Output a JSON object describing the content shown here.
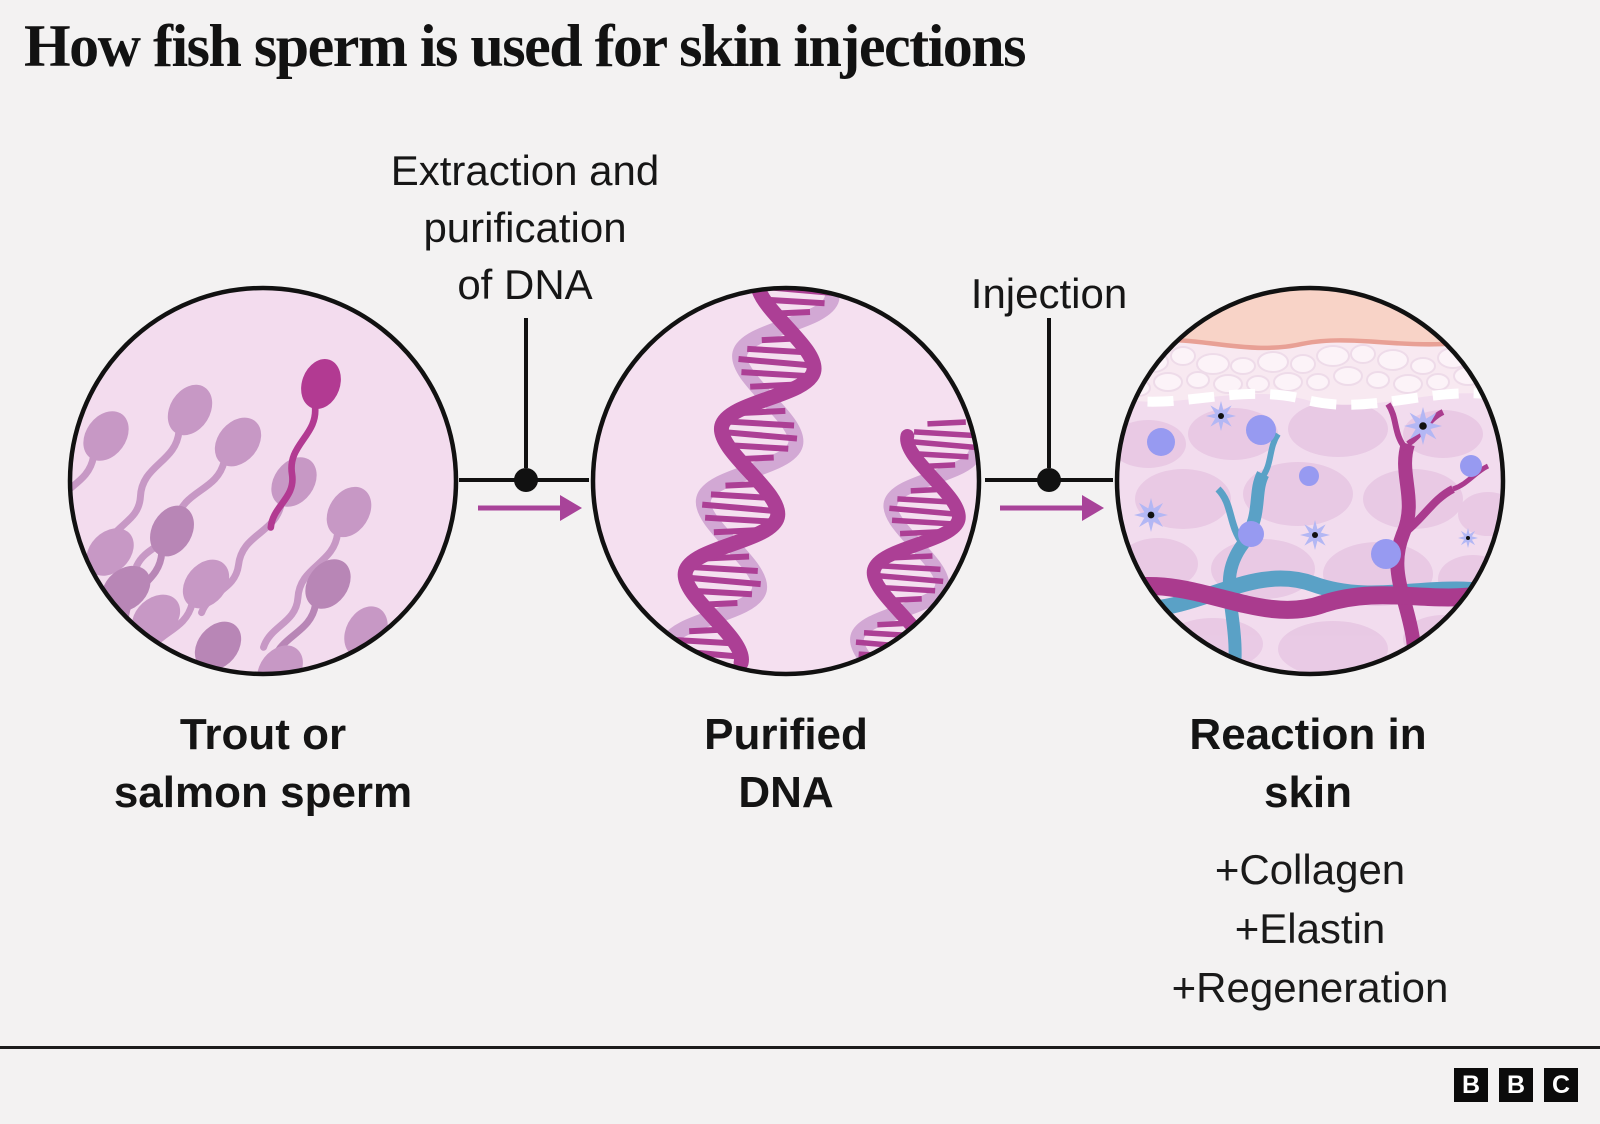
{
  "title": "How fish sperm is used for skin injections",
  "steps": [
    {
      "icon": "sperm-cells-illustration",
      "label_lines": [
        "Trout or",
        "salmon sperm"
      ]
    },
    {
      "icon": "dna-helix-illustration",
      "label_lines": [
        "Purified",
        "DNA"
      ]
    },
    {
      "icon": "skin-cross-section-illustration",
      "label_lines": [
        "Reaction in",
        "skin"
      ]
    }
  ],
  "connectors": [
    {
      "label_lines": [
        "Extraction and",
        "purification",
        "of DNA"
      ]
    },
    {
      "label_lines": [
        "Injection"
      ]
    }
  ],
  "results": [
    "+Collagen",
    "+Elastin",
    "+Regeneration"
  ],
  "brand": {
    "letters": [
      "B",
      "B",
      "C"
    ]
  },
  "colors": {
    "background": "#f3f2f2",
    "ink": "#111111",
    "accent_magenta": "#a84399",
    "circle_fill": "#f3dcee",
    "sperm_fill": "#c798c5",
    "sperm_highlight": "#b23a92",
    "dna_dark": "#ac3f95",
    "dna_light": "#d2a8d4",
    "skin_epidermis": "#f8d3c7",
    "skin_epidermis_line": "#e8a095",
    "vessel_blue": "#5aa1c6",
    "vessel_magenta": "#aa3b8e",
    "cell_periwinkle": "#979af1",
    "star_periwinkle": "#b3b7f4",
    "brand_bg": "#0b0b0b",
    "brand_letter": "#ffffff"
  }
}
